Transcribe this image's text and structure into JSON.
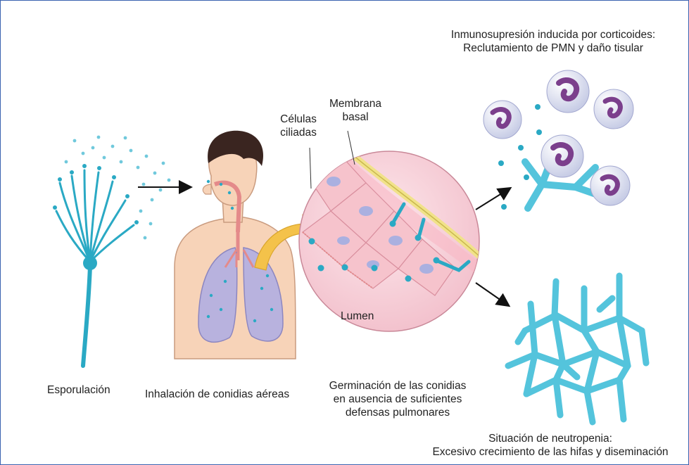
{
  "labels": {
    "esporulacion": "Esporulación",
    "inhalacion": "Inhalación de conidias aéreas",
    "germinacion": [
      "Germinación de las conidias",
      "en ausencia de suficientes",
      "defensas pulmonares"
    ],
    "celulas": [
      "Células",
      "ciliadas"
    ],
    "membrana": [
      "Membrana",
      "basal"
    ],
    "lumen": "Lumen",
    "inmuno": [
      "Inmunosupresión inducida por corticoides:",
      "Reclutamiento de PMN y daño tisular"
    ],
    "neutro": [
      "Situación de neutropenia:",
      "Excesivo crecimiento de las hifas y diseminación"
    ]
  },
  "colors": {
    "conidia": "#2aa9c4",
    "hyphae": "#54c4dc",
    "skin": "#f7d3b8",
    "lung": "#b8b2de",
    "arrow": "#f4c24a",
    "membrane": "#f1e28a",
    "lumen": "#f6cdd6",
    "neutrophil_nucleus": "#7b3f8c"
  },
  "icons": [
    "arrow-right-icon",
    "curved-arrow-icon",
    "aspergillus-icon",
    "neutrophil-icon",
    "hyphae-icon"
  ]
}
